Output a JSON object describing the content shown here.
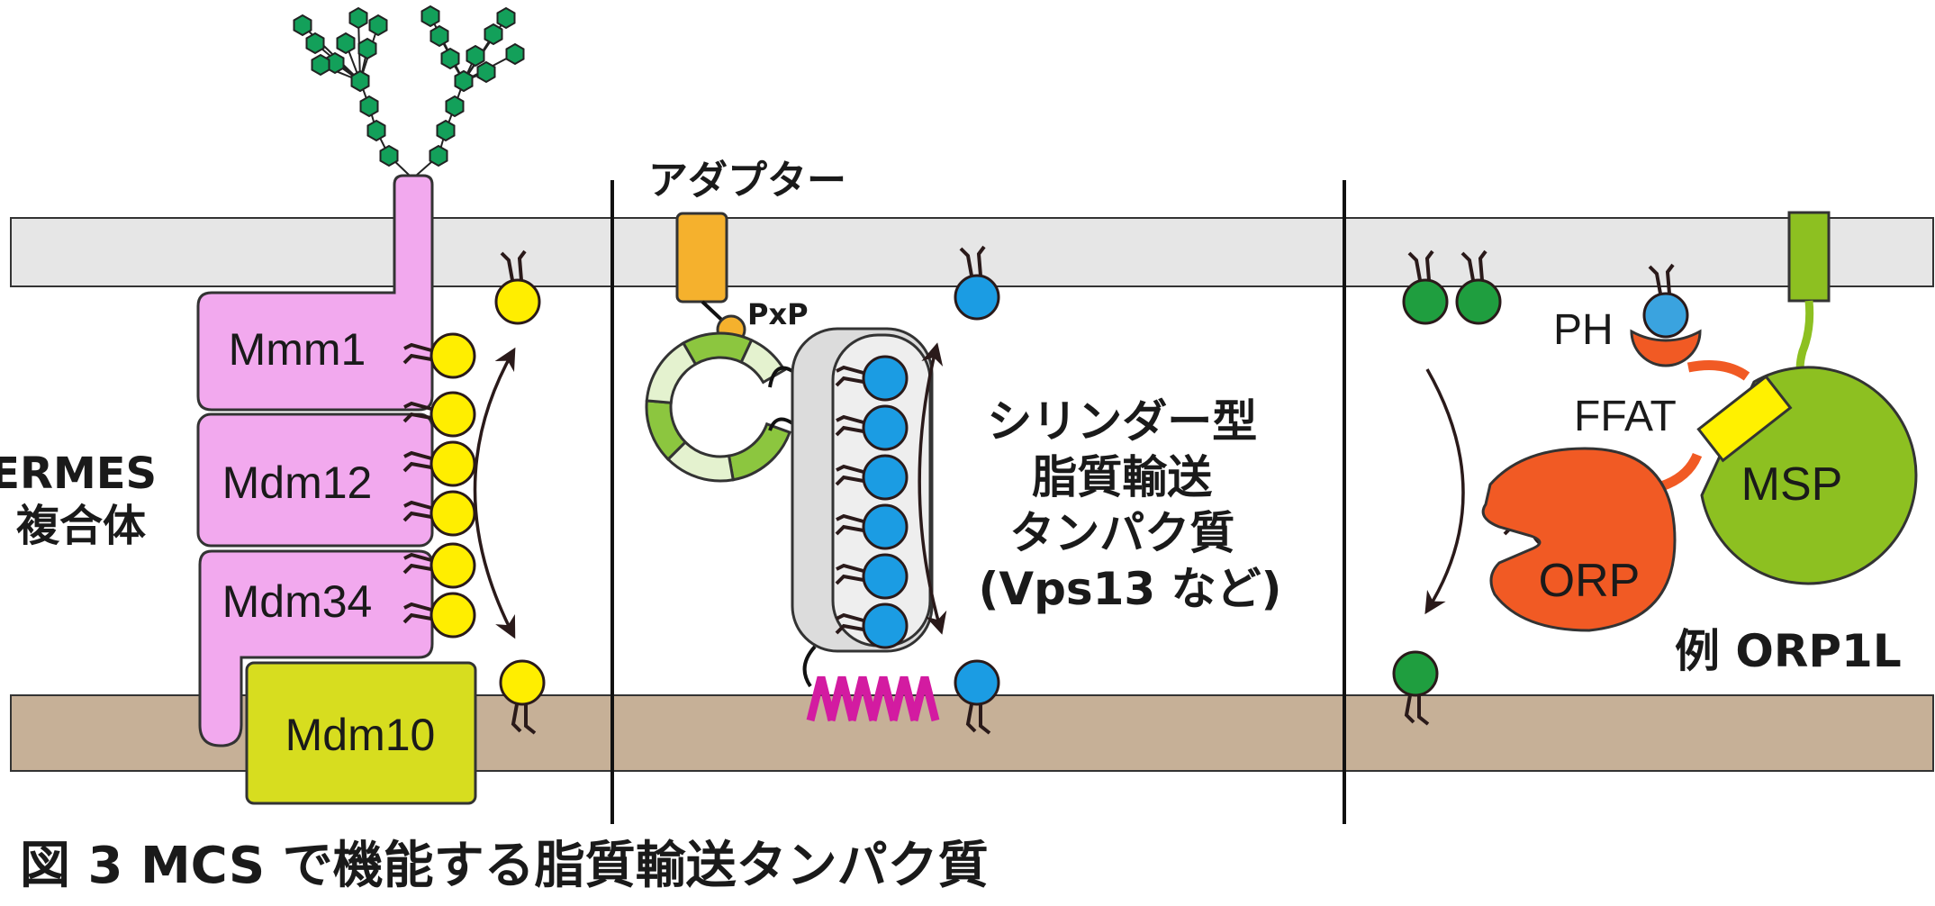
{
  "colors": {
    "membrane_top": "#e6e6e6",
    "membrane_bottom": "#c6b097",
    "ermes_pink": "#f2a9ee",
    "mdm10_green": "#d7dd1f",
    "lipid_yellow": "#ffee00",
    "lipid_blue": "#1b9ce3",
    "lipid_green": "#1f9e3f",
    "glycan_green": "#13a05a",
    "adaptor_orange": "#f5b12d",
    "adaptor_ring_green": "#8cc63f",
    "coil_magenta": "#d31ba1",
    "orp_orange": "#f15a24",
    "msp_green": "#8dc021",
    "ffat_yellow": "#fff100",
    "ph_blue": "#3aa3df"
  },
  "panel1": {
    "complex_label": "ERMES\n複合体",
    "protein_labels": [
      "Mmm1",
      "Mdm12",
      "Mdm34",
      "Mdm10"
    ]
  },
  "panel2": {
    "adaptor_label": "アダプター",
    "pxp_label": "PxP",
    "cylinder_label": "シリンダー型\n脂質輸送\nタンパク質\n(Vps13 など)"
  },
  "panel3": {
    "ph_label": "PH",
    "ffat_label": "FFAT",
    "orp_label": "ORP",
    "msp_label": "MSP",
    "example_label": "例 ORP1L"
  },
  "caption": "図 3 MCS で機能する脂質輸送タンパク質"
}
